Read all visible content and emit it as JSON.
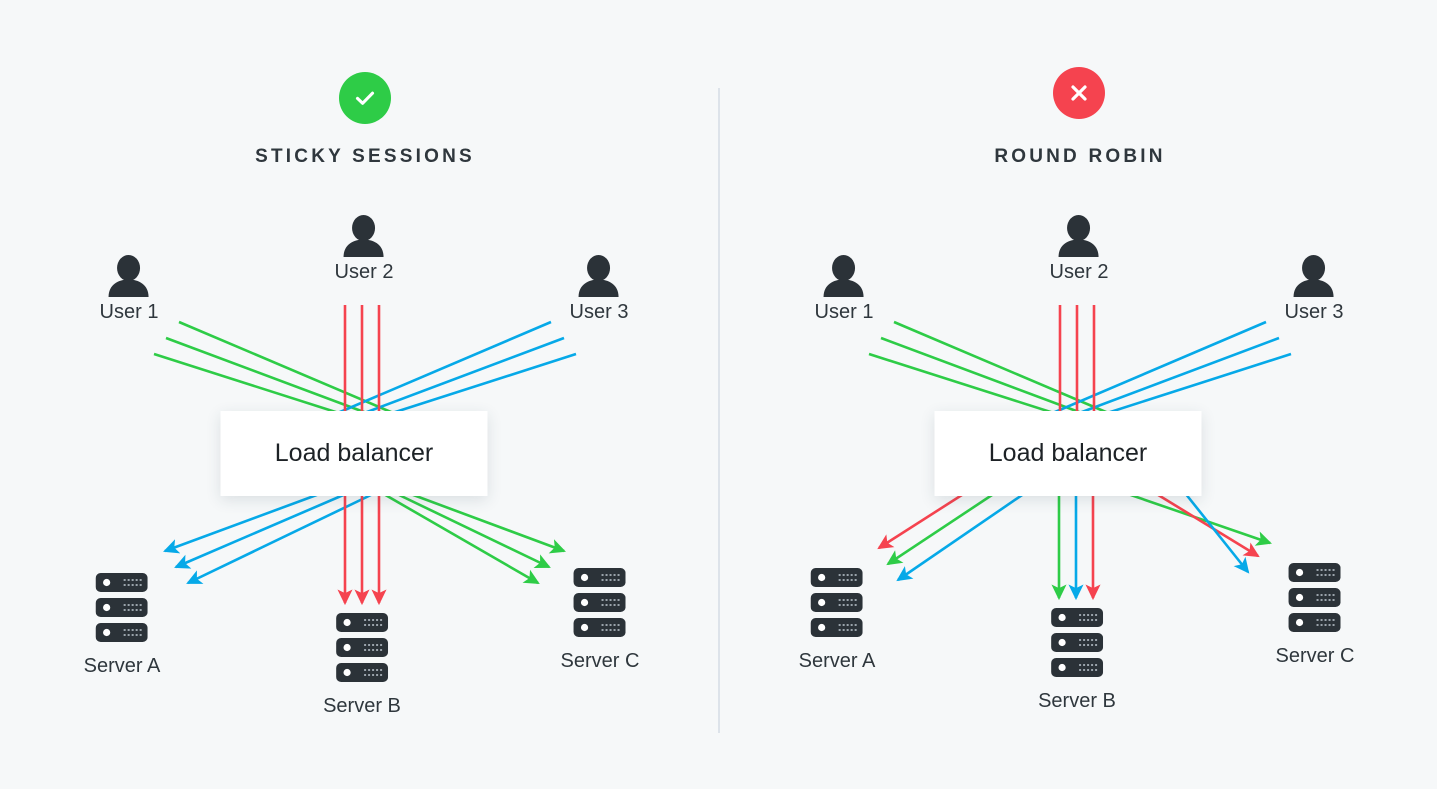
{
  "theme": {
    "background": "#f6f8f9",
    "divider": "#dde3ea",
    "text_dark": "#2f373d",
    "green": "#2ecc47",
    "red": "#f5434f",
    "blue": "#06a9e8",
    "server_dark": "#2b3238",
    "card_white": "#ffffff"
  },
  "panels": [
    {
      "id": "sticky-sessions",
      "badge": {
        "type": "check-icon",
        "color": "#2ecc47",
        "state": "good"
      },
      "title": "STICKY SESSIONS",
      "users": [
        {
          "name": "User 1",
          "color": "#2ecc47",
          "target": "Server C"
        },
        {
          "name": "User 2",
          "color": "#f5434f",
          "target": "Server B"
        },
        {
          "name": "User 3",
          "color": "#06a9e8",
          "target": "Server A"
        }
      ],
      "load_balancer": "Load balancer",
      "servers": [
        {
          "name": "Server A",
          "incoming_colors": [
            "#06a9e8",
            "#06a9e8",
            "#06a9e8"
          ]
        },
        {
          "name": "Server B",
          "incoming_colors": [
            "#f5434f",
            "#f5434f",
            "#f5434f"
          ]
        },
        {
          "name": "Server C",
          "incoming_colors": [
            "#2ecc47",
            "#2ecc47",
            "#2ecc47"
          ]
        }
      ]
    },
    {
      "id": "round-robin",
      "badge": {
        "type": "cross-icon",
        "color": "#f5434f",
        "state": "bad"
      },
      "title": "ROUND ROBIN",
      "users": [
        {
          "name": "User 1",
          "color": "#2ecc47",
          "target": "all"
        },
        {
          "name": "User 2",
          "color": "#f5434f",
          "target": "all"
        },
        {
          "name": "User 3",
          "color": "#06a9e8",
          "target": "all"
        }
      ],
      "load_balancer": "Load balancer",
      "servers": [
        {
          "name": "Server A",
          "incoming_colors": [
            "#f5434f",
            "#2ecc47",
            "#06a9e8"
          ]
        },
        {
          "name": "Server B",
          "incoming_colors": [
            "#2ecc47",
            "#06a9e8",
            "#f5434f"
          ]
        },
        {
          "name": "Server C",
          "incoming_colors": [
            "#2ecc47",
            "#f5434f",
            "#06a9e8"
          ]
        }
      ]
    }
  ]
}
